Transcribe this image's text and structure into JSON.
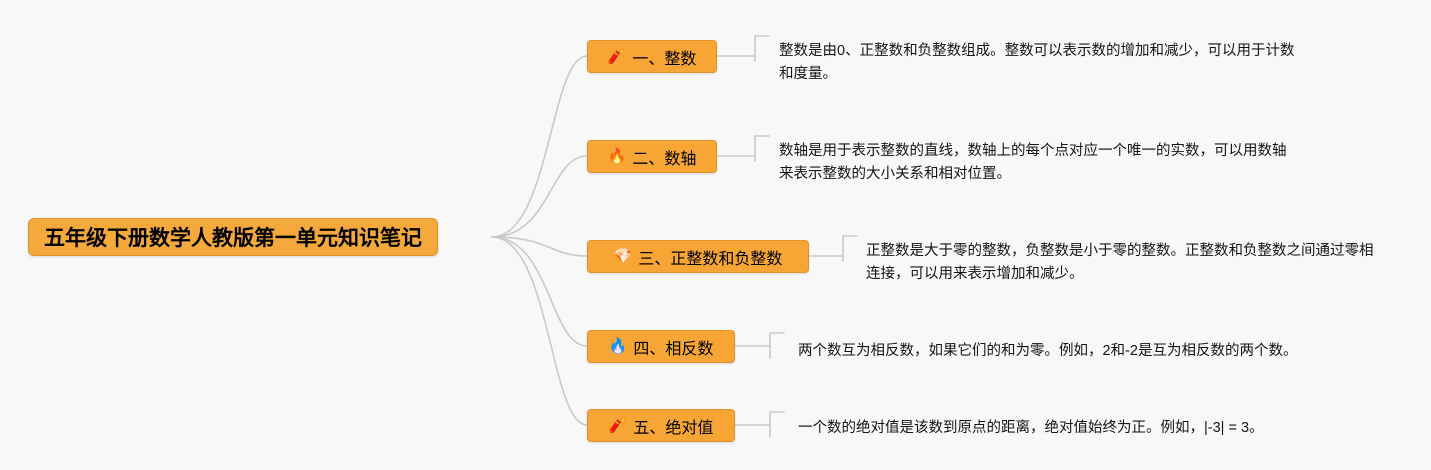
{
  "root": {
    "label": "五年级下册数学人教版第一单元知识笔记"
  },
  "colors": {
    "node_background": "#F7A636",
    "root_background": "#F5A93C",
    "node_border": "#E2922A",
    "connector_line": "#C9C9C9",
    "page_background": "#F8F8F8",
    "text": "#000000"
  },
  "branches": [
    {
      "icon": "🧨",
      "icon_name": "firecracker-icon",
      "label": "一、整数",
      "description": "整数是由0、正整数和负整数组成。整数可以表示数的增加和减少，可以用于计数\n和度量。"
    },
    {
      "icon": "🔥",
      "icon_name": "flame-icon",
      "label": "二、数轴",
      "description": "数轴是用于表示整数的直线，数轴上的每个点对应一个唯一的实数，可以用数轴\n来表示整数的大小关系和相对位置。"
    },
    {
      "icon": "💎",
      "icon_name": "gem-icon",
      "label": "三、正整数和负整数",
      "description": "正整数是大于零的整数，负整数是小于零的整数。正整数和负整数之间通过零相\n连接，可以用来表示增加和减少。"
    },
    {
      "icon": "🔥",
      "icon_name": "blue-flame-icon",
      "label": "四、相反数",
      "description": "两个数互为相反数，如果它们的和为零。例如，2和-2是互为相反数的两个数。"
    },
    {
      "icon": "🧨",
      "icon_name": "firecracker-icon",
      "label": "五、绝对值",
      "description": "一个数的绝对值是该数到原点的距离，绝对值始终为正。例如，|-3| = 3。"
    }
  ]
}
